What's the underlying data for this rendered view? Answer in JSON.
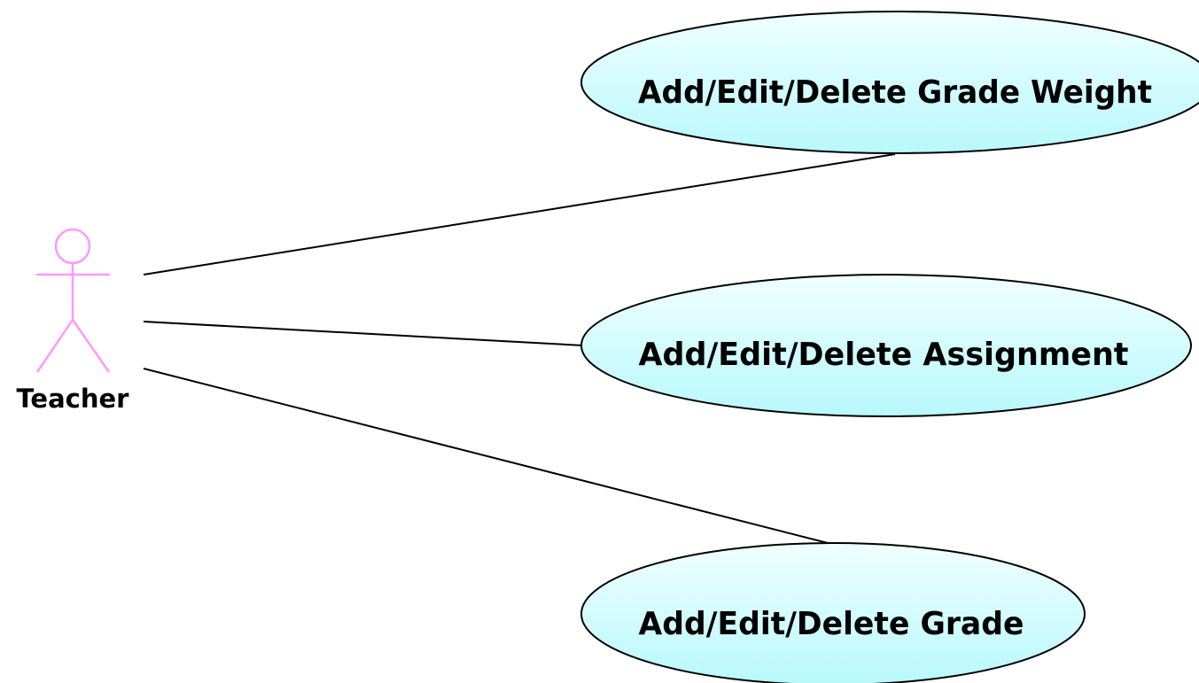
{
  "colors": {
    "actor": "#ff99ff",
    "usecase_fill_top": "#f0ffff",
    "usecase_fill_bottom": "#b8f8fc",
    "line": "#000000"
  },
  "actor": {
    "label": "Teacher"
  },
  "use_cases": [
    {
      "label": "Add/Edit/Delete Grade Weight"
    },
    {
      "label": "Add/Edit/Delete Assignment"
    },
    {
      "label": "Add/Edit/Delete Grade"
    }
  ]
}
